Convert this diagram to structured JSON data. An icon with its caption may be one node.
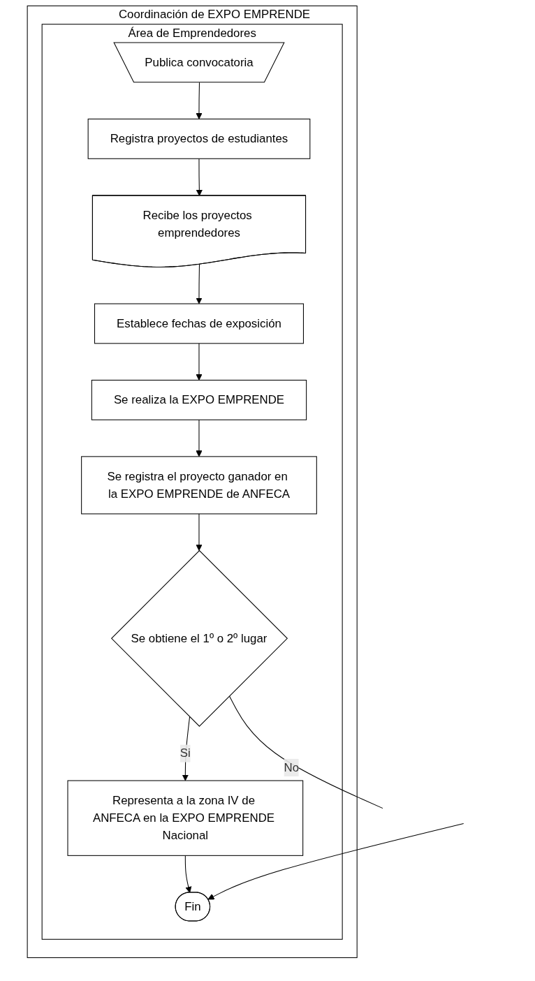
{
  "diagram": {
    "nodes": [
      {
        "text": [
          "Coordinación de EXPO EMPRENDE"
        ]
      },
      {
        "text": [
          "Área de Emprendedores"
        ],
        "in": 0
      },
      {
        "text": [
          "Publica convocatoria"
        ],
        "in": 1
      },
      {
        "text": [
          "Registra proyectos de estudiantes"
        ],
        "in": 1
      },
      {
        "text": [
          "Recibe los proyectos emprendedores"
        ],
        "in": 1
      },
      {
        "text": [
          "Establece fechas de exposición"
        ],
        "in": 1
      },
      {
        "text": [
          "Se realiza la EXPO EMPRENDE"
        ],
        "in": 1
      },
      {
        "text": [
          "Se registra el proyecto ganador en la EXPO EMPRENDE de ANFECA"
        ],
        "in": 1
      },
      {
        "text": [
          "Se obtiene el 1º o 2º lugar"
        ],
        "in": 1
      },
      {
        "text": [
          "Representa a la zona IV de ANFECA en la EXPO EMPRENDE Nacional"
        ],
        "in": 1
      },
      {
        "text": [
          "Fin"
        ],
        "in": 1
      }
    ],
    "edges": [
      {
        "from": 2,
        "to": 3,
        "arrow": "to"
      },
      {
        "from": 3,
        "to": 4,
        "arrow": "to"
      },
      {
        "from": 4,
        "to": 5,
        "arrow": "to"
      },
      {
        "from": 5,
        "to": 6,
        "arrow": "to"
      },
      {
        "from": 6,
        "to": 7,
        "arrow": "to"
      },
      {
        "from": 7,
        "to": 8,
        "arrow": "to"
      },
      {
        "from": 8,
        "to": null,
        "label": "No",
        "arrow": "none"
      },
      {
        "from": 8,
        "to": 9,
        "label": "Si",
        "arrow": "to"
      },
      {
        "from": 9,
        "to": 10,
        "arrow": "to"
      },
      {
        "from": null,
        "to": 10,
        "arrow": "to"
      }
    ]
  }
}
